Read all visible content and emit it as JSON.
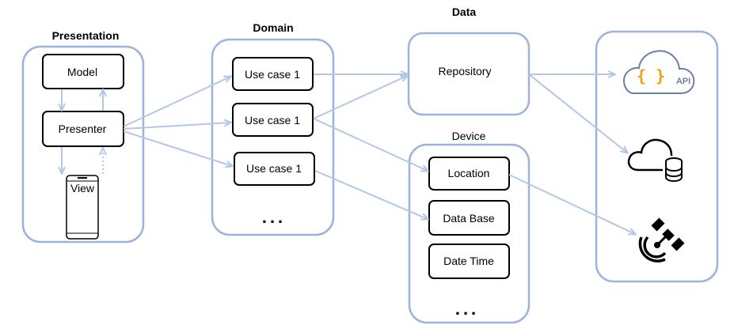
{
  "headings": {
    "presentation": "Presentation",
    "domain": "Domain",
    "data": "Data",
    "device": "Device"
  },
  "presentation": {
    "model": "Model",
    "presenter": "Presenter",
    "view": "View"
  },
  "domain": {
    "use_cases": [
      "Use case 1",
      "Use case 1",
      "Use case 1"
    ],
    "ellipsis": "..."
  },
  "data": {
    "repository": "Repository"
  },
  "device": {
    "items": [
      "Location",
      "Data Base",
      "Date Time"
    ],
    "ellipsis": "..."
  },
  "external": {
    "api_label": "API",
    "api_braces": "{ }",
    "icons": [
      "cloud-api-icon",
      "cloud-database-icon",
      "satellite-icon"
    ]
  },
  "colors": {
    "group_border": "#9db3dc",
    "arrow": "#b3c7e6",
    "braces": "#f39c12",
    "box_border": "#000000"
  }
}
